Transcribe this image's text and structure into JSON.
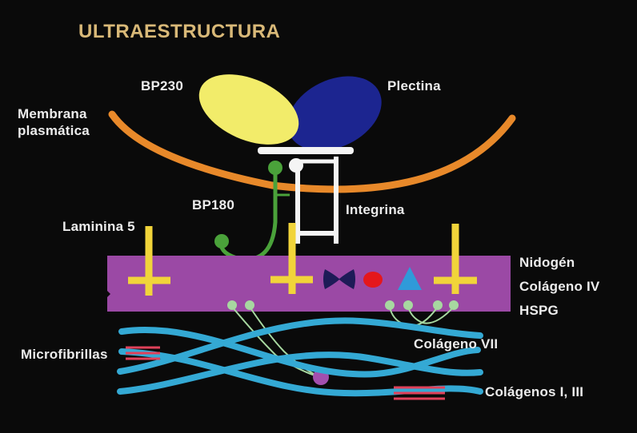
{
  "title": "ULTRAESTRUCTURA",
  "labels": {
    "bp230": "BP230",
    "plectina": "Plectina",
    "membrana_line1": "Membrana",
    "membrana_line2": "plasmática",
    "bp180": "BP180",
    "integrina": "Integrina",
    "laminina": "Laminina 5",
    "nidogen": "Nidogén",
    "colageno_iv": "Colágeno IV",
    "hspg": "HSPG",
    "microfibrillas": "Microfibrillas",
    "colageno_vii": "Colágeno VII",
    "colagenos_i_iii": "Colágenos I, III"
  },
  "colors": {
    "background": "#0a0a0a",
    "title": "#d9b978",
    "membrane": "#e8892a",
    "bp230": "#f2ec6a",
    "plectina": "#1c2590",
    "lamina": "#9b49a5",
    "laminin": "#f1d43a",
    "bp180": "#4aa23a",
    "integrin": "#f4f4f4",
    "collagen": "#34a9d4",
    "hspg_beads": "#a7d8a0",
    "collagen_vii_end": "#a24fae",
    "microfibril": "#e0415a",
    "nidogen_shape": "#1e1b57",
    "collagen_iv_shape": "#e5171c",
    "hspg_shape": "#2f9ad9",
    "text": "#ececec"
  }
}
